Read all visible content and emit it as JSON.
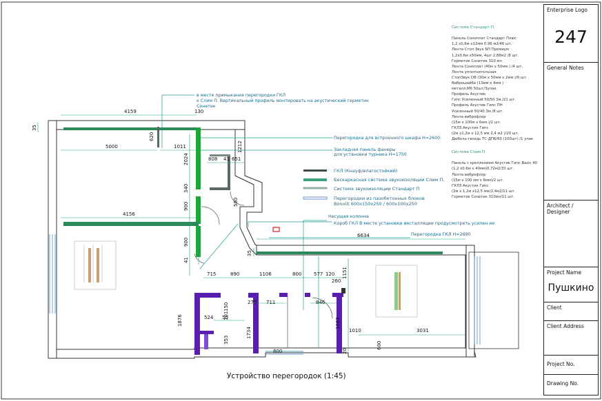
{
  "title_block": {
    "enterprise_logo": "Enterprise Logo",
    "sheet_number": "247",
    "general_notes": "General Notes",
    "architect": "Architect / Designer",
    "project_name_label": "Project Name",
    "project_name": "Пушкино",
    "client": "Client",
    "client_address": "Client Address",
    "project_no": "Project No.",
    "drawing_no": "Drawing No."
  },
  "notes": {
    "block1_title": "Система Стандарт П.",
    "block1_lines": [
      "Панель Соноплат Стандарт Плюс",
      " 1,2 х0,6м х12мм 0,96 м2/46 шт.",
      "Лента Стоп Звук БП Премиум",
      " 1,2х0,6м х50мм, 4шт 2,88м2 /8 шт.",
      "Герметик Сонетик 310 мл.",
      "Лента Соноплат (40м х 50мм.) /4 шт.",
      "Лента уплотнительная",
      "СтопЗвук DB (30м х 50мм х 2мм.)/6 шт.",
      "Виброшайба (13мм х 4мм.)",
      "металл,М6 50шт/3упак.",
      "Профиль Акустик",
      "Гипс Усиленный 50/50 3м./21 шт.",
      "Профиль Акустик Гипс ПН",
      "Усиленный 50/40 3м./8 шт.",
      "Лента виброфлор",
      "(15м х 100м х 6мм.)/2 шт.",
      "ГКЛЗ Акустик Гипс",
      "(2м х1,2м х 12,5 мм 2,4 м2 )/20 шт.",
      "Дюбель-гвоздь ТС-ДП6/60 (100шт) /1 упак"
    ],
    "block2_title": "Система Слим П.",
    "block2_lines": [
      "Панель с креплением Акустик Гипс Basic 40",
      "(1,2 х0,6м х 40мм)0,72м2/33 шт.",
      "Лента виброфлор",
      "(15м х 100 мм х 6мм)/2 шт.",
      "ГКЛЗ Акустик Гипс",
      "(2м х 1,2м х12,5 мм)2,4м2/11 шт.",
      "Герметик Сонетик 310мл/11 шт."
    ]
  },
  "legend": [
    {
      "label": "ГКЛ (Кнауф/влагостойкий)",
      "color": "#3a4a4a"
    },
    {
      "label": "Бескаркасная система звукоизоляции Слим П.",
      "color": "#3aa37a"
    },
    {
      "label": "Система звукоизоляции Стандарт П",
      "color": "#9fd3c0"
    },
    {
      "label": "Перегородки из пазобетонных блоков",
      "label2": "Bonolit 600х150х250 / 600х100х250",
      "color": "#4a6fd0"
    }
  ],
  "annotations": {
    "a1_l1": "в месте примыкания перегородки ГКЛ",
    "a1_l2": "к Слим П. Вертикальный профиль монтировать на акустический герметик",
    "a1_l3": "Сонетик",
    "a2": "Перегородка для встроенного шкафа H=2600",
    "a3_l1": "Закладная панель фанеры",
    "a3_l2": "для установки турника  H=1750",
    "a4": "Несущая колонна",
    "a5": "Короб ГКЛ В месте установки инсталляции продусмотреть усилен ие",
    "a6": "Перегородка ГКЛ H=2690"
  },
  "dimensions": {
    "d4159": "4159",
    "d5000": "5000",
    "d620": "620",
    "d1011": "1011",
    "d130": "130",
    "d2024": "2024",
    "d808": "808",
    "d41": "41",
    "d651": "651",
    "d1212": "1212",
    "d340": "340",
    "d580": "580",
    "d4156": "4156",
    "d900a": "900",
    "d900b": "900",
    "d6634": "6634",
    "d35": "35",
    "d715": "715",
    "d890": "890",
    "d1106": "1106",
    "d800": "800",
    "d577": "577",
    "d120": "120",
    "d260": "260",
    "d1151": "1151",
    "d275": "275",
    "d711": "711",
    "d846": "846",
    "d524": "524",
    "d50": "50",
    "d101": "101",
    "d1734": "1734",
    "d1876": "1876",
    "d1682": "1682",
    "d1010": "1010",
    "d3031": "3031",
    "d600": "600",
    "d800b": "800",
    "d353": "353",
    "d150": "150",
    "d20": "20",
    "d41b": "41",
    "d35b": "35"
  },
  "caption": "Устройство перегородок (1:45)"
}
